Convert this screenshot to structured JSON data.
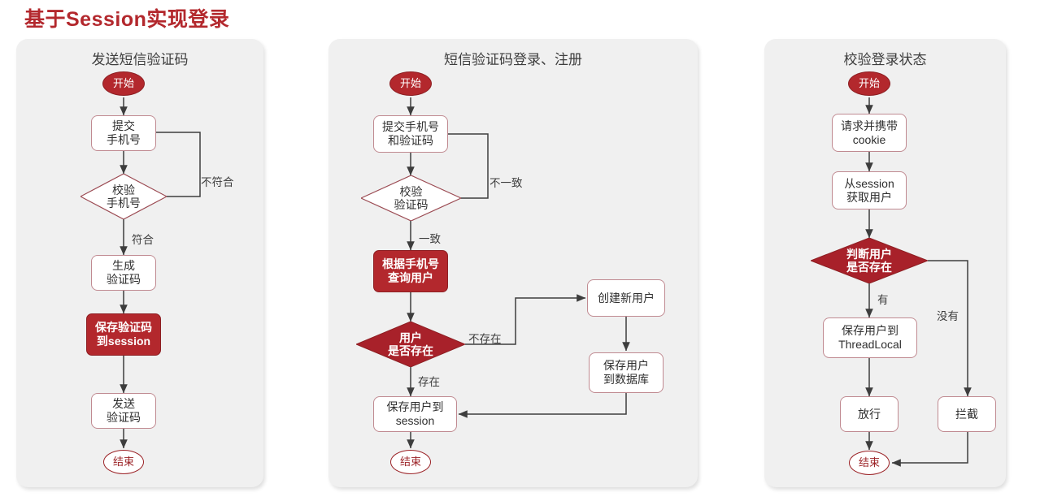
{
  "page": {
    "title": "基于Session实现登录",
    "title_color": "#b3282d",
    "background": "#ffffff"
  },
  "theme": {
    "panel_bg": "#f0f0f0",
    "accent_red": "#b3282d",
    "node_border": "#c08a91",
    "terminal_end_color": "#9b2226",
    "line_color": "#3d3d3d",
    "text_color": "#2f2f2f"
  },
  "panels": [
    {
      "id": "panel-send-sms-code",
      "title": "发送短信验证码",
      "nodes": [
        {
          "id": "p1-start",
          "name": "start-terminal",
          "type": "terminal-start",
          "label": "开始"
        },
        {
          "id": "p1-submit",
          "name": "submit-phone-process",
          "type": "process",
          "label": "提交\n手机号"
        },
        {
          "id": "p1-validate",
          "name": "validate-phone-decision",
          "type": "decision",
          "label": "校验\n手机号"
        },
        {
          "id": "p1-generate",
          "name": "generate-code-process",
          "type": "process",
          "label": "生成\n验证码"
        },
        {
          "id": "p1-save",
          "name": "save-code-session-process",
          "type": "process-highlight",
          "label": "保存验证码\n到session"
        },
        {
          "id": "p1-send",
          "name": "send-code-process",
          "type": "process",
          "label": "发送\n验证码"
        },
        {
          "id": "p1-end",
          "name": "end-terminal",
          "type": "terminal-end",
          "label": "结束"
        }
      ],
      "edge_labels": [
        {
          "id": "p1-lbl-invalid",
          "name": "edge-label-not-match",
          "text": "不符合"
        },
        {
          "id": "p1-lbl-valid",
          "name": "edge-label-match",
          "text": "符合"
        }
      ]
    },
    {
      "id": "panel-sms-login-register",
      "title": "短信验证码登录、注册",
      "nodes": [
        {
          "id": "p2-start",
          "name": "start-terminal",
          "type": "terminal-start",
          "label": "开始"
        },
        {
          "id": "p2-submit",
          "name": "submit-phone-code-process",
          "type": "process",
          "label": "提交手机号\n和验证码"
        },
        {
          "id": "p2-validate",
          "name": "validate-code-decision",
          "type": "decision",
          "label": "校验\n验证码"
        },
        {
          "id": "p2-query",
          "name": "query-user-by-phone-process",
          "type": "process-highlight",
          "label": "根据手机号\n查询用户"
        },
        {
          "id": "p2-exists",
          "name": "user-exists-decision",
          "type": "decision-highlight",
          "label": "用户\n是否存在"
        },
        {
          "id": "p2-create",
          "name": "create-new-user-process",
          "type": "process",
          "label": "创建新用户"
        },
        {
          "id": "p2-savedb",
          "name": "save-user-to-db-process",
          "type": "process",
          "label": "保存用户\n到数据库"
        },
        {
          "id": "p2-savesess",
          "name": "save-user-session-process",
          "type": "process",
          "label": "保存用户到\nsession"
        },
        {
          "id": "p2-end",
          "name": "end-terminal",
          "type": "terminal-end",
          "label": "结束"
        }
      ],
      "edge_labels": [
        {
          "id": "p2-lbl-mismatch",
          "name": "edge-label-mismatch",
          "text": "不一致"
        },
        {
          "id": "p2-lbl-match",
          "name": "edge-label-match",
          "text": "一致"
        },
        {
          "id": "p2-lbl-notexist",
          "name": "edge-label-not-exist",
          "text": "不存在"
        },
        {
          "id": "p2-lbl-exist",
          "name": "edge-label-exist",
          "text": "存在"
        }
      ]
    },
    {
      "id": "panel-verify-login-state",
      "title": "校验登录状态",
      "nodes": [
        {
          "id": "p3-start",
          "name": "start-terminal",
          "type": "terminal-start",
          "label": "开始"
        },
        {
          "id": "p3-request",
          "name": "request-with-cookie-process",
          "type": "process",
          "label": "请求并携带\ncookie"
        },
        {
          "id": "p3-getuser",
          "name": "get-user-from-session-process",
          "type": "process",
          "label": "从session\n获取用户"
        },
        {
          "id": "p3-judge",
          "name": "judge-user-exists-decision",
          "type": "decision-highlight",
          "label": "判断用户\n是否存在"
        },
        {
          "id": "p3-savetl",
          "name": "save-user-threadlocal-process",
          "type": "process",
          "label": "保存用户到\nThreadLocal"
        },
        {
          "id": "p3-pass",
          "name": "pass-through-process",
          "type": "process",
          "label": "放行"
        },
        {
          "id": "p3-block",
          "name": "intercept-process",
          "type": "process",
          "label": "拦截"
        },
        {
          "id": "p3-end",
          "name": "end-terminal",
          "type": "terminal-end",
          "label": "结束"
        }
      ],
      "edge_labels": [
        {
          "id": "p3-lbl-has",
          "name": "edge-label-has",
          "text": "有"
        },
        {
          "id": "p3-lbl-hasnot",
          "name": "edge-label-has-not",
          "text": "没有"
        }
      ]
    }
  ]
}
